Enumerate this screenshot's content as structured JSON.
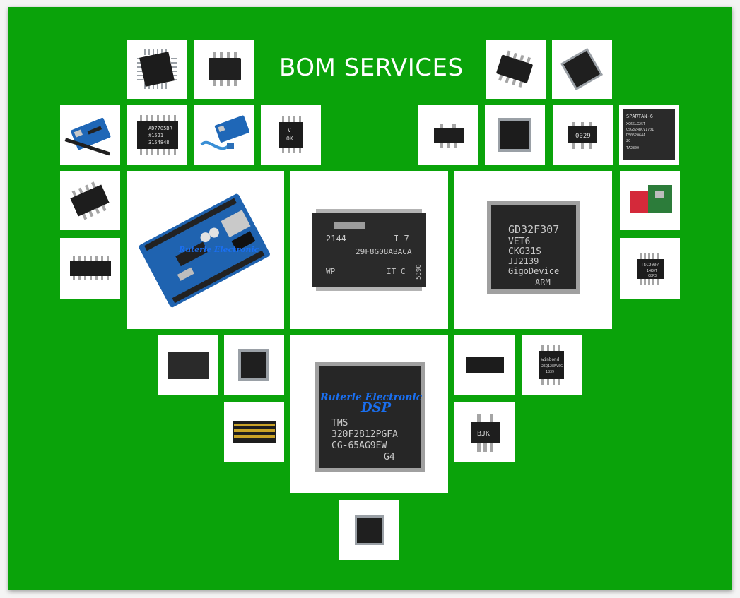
{
  "banner": {
    "title": "BOM SERVICES"
  },
  "tiles": {
    "nand": {
      "line1": "2144",
      "line2": "I-7",
      "line3": "29F8G08ABACA",
      "line4": "WP",
      "line5": "IT C",
      "line6": "5390"
    },
    "gd32": {
      "line1": "GD32F307",
      "line2": "VET6",
      "line3": "CKG31S",
      "line4": "JJ2139",
      "line5": "GigoDevice",
      "line6": "ARM"
    },
    "tms": {
      "watermark": "Ruterle Electronic",
      "brand": "DSP",
      "line1": "TMS",
      "line2": "320F2812PGFA",
      "line3": "CG-65AG9EW",
      "line4": "G4"
    },
    "bjk": {
      "marking": "BJK"
    },
    "arduino": {
      "watermark": "Ruterle Electronic"
    },
    "ad": {
      "line1": "AD7705BR",
      "line2": "#1521",
      "line3": "3154848"
    },
    "tsc": {
      "line1": "TSC2007",
      "line2": "14K0T",
      "line3": "C8P3"
    },
    "winbond": {
      "line1": "winbond",
      "line2": "25Q128FVSG",
      "line3": "1839"
    },
    "sot6": {
      "marking": "0029"
    },
    "vok": {
      "line1": "V",
      "line2": "OK"
    },
    "spartan": {
      "line1": "SPARTAN-6",
      "line2": "XC6SLX25T",
      "line3": "CSG324BCV1701",
      "line4": "D5052064A",
      "line5": "2C",
      "line6": "TA2800"
    }
  }
}
